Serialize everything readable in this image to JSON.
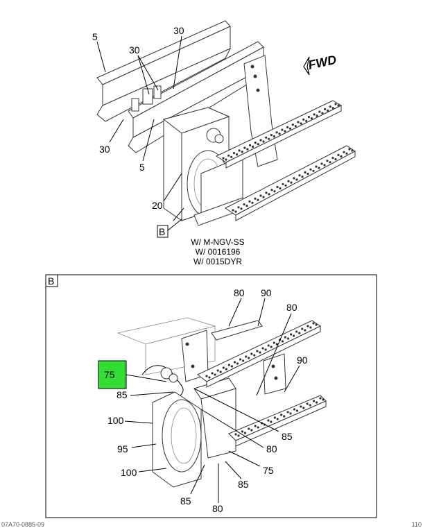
{
  "upper": {
    "callouts": [
      "5",
      "30",
      "30",
      "30",
      "5",
      "20"
    ],
    "fwd_label": "FWD",
    "view_ref": "B",
    "notes": [
      "W/ M-NGV-SS",
      "W/ 0016196",
      "W/ 0015DYR"
    ]
  },
  "detail": {
    "frame_label": "B",
    "highlight_color": "#33dd33",
    "highlight_label": "75",
    "callouts": [
      "80",
      "90",
      "80",
      "90",
      "85",
      "100",
      "85",
      "95",
      "80",
      "100",
      "75",
      "85",
      "85",
      "80"
    ]
  },
  "footer": {
    "left": "07A70-0885-09",
    "right": "110"
  }
}
